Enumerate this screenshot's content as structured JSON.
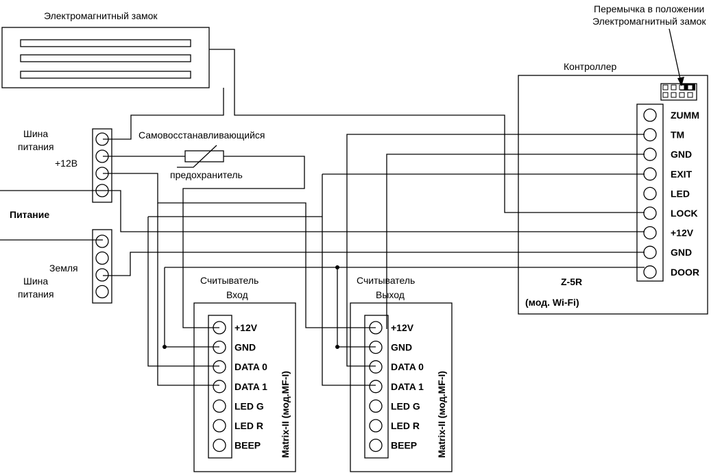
{
  "lock": {
    "title": "Электромагнитный замок"
  },
  "jumper": {
    "note_line1": "Перемычка в положении",
    "note_line2": "Электромагнитный замок"
  },
  "controller": {
    "title": "Контроллер",
    "model": "Z-5R",
    "variant": "(мод. Wi-Fi)",
    "terminals": [
      "ZUMM",
      "TM",
      "GND",
      "EXIT",
      "LED",
      "LOCK",
      "+12V",
      "GND",
      "DOOR"
    ]
  },
  "power": {
    "bus_label_line1": "Шина",
    "bus_label_line2": "питания",
    "plus_label": "+12В",
    "main_label": "Питание",
    "ground_label": "Земля",
    "bus2_label_line1": "Шина",
    "bus2_label_line2": "питания"
  },
  "fuse": {
    "label_line1": "Самовосстанавливающийся",
    "label_line2": "предохранитель"
  },
  "reader_in": {
    "title_line1": "Считыватель",
    "title_line2": "Вход",
    "model": "Matrix-II (мод.MF-I)",
    "terminals": [
      "+12V",
      "GND",
      "DATA 0",
      "DATA 1",
      "LED G",
      "LED R",
      "BEEP"
    ]
  },
  "reader_out": {
    "title_line1": "Считыватель",
    "title_line2": "Выход",
    "model": "Matrix-II (мод.MF-I)",
    "terminals": [
      "+12V",
      "GND",
      "DATA 0",
      "DATA 1",
      "LED G",
      "LED R",
      "BEEP"
    ]
  }
}
